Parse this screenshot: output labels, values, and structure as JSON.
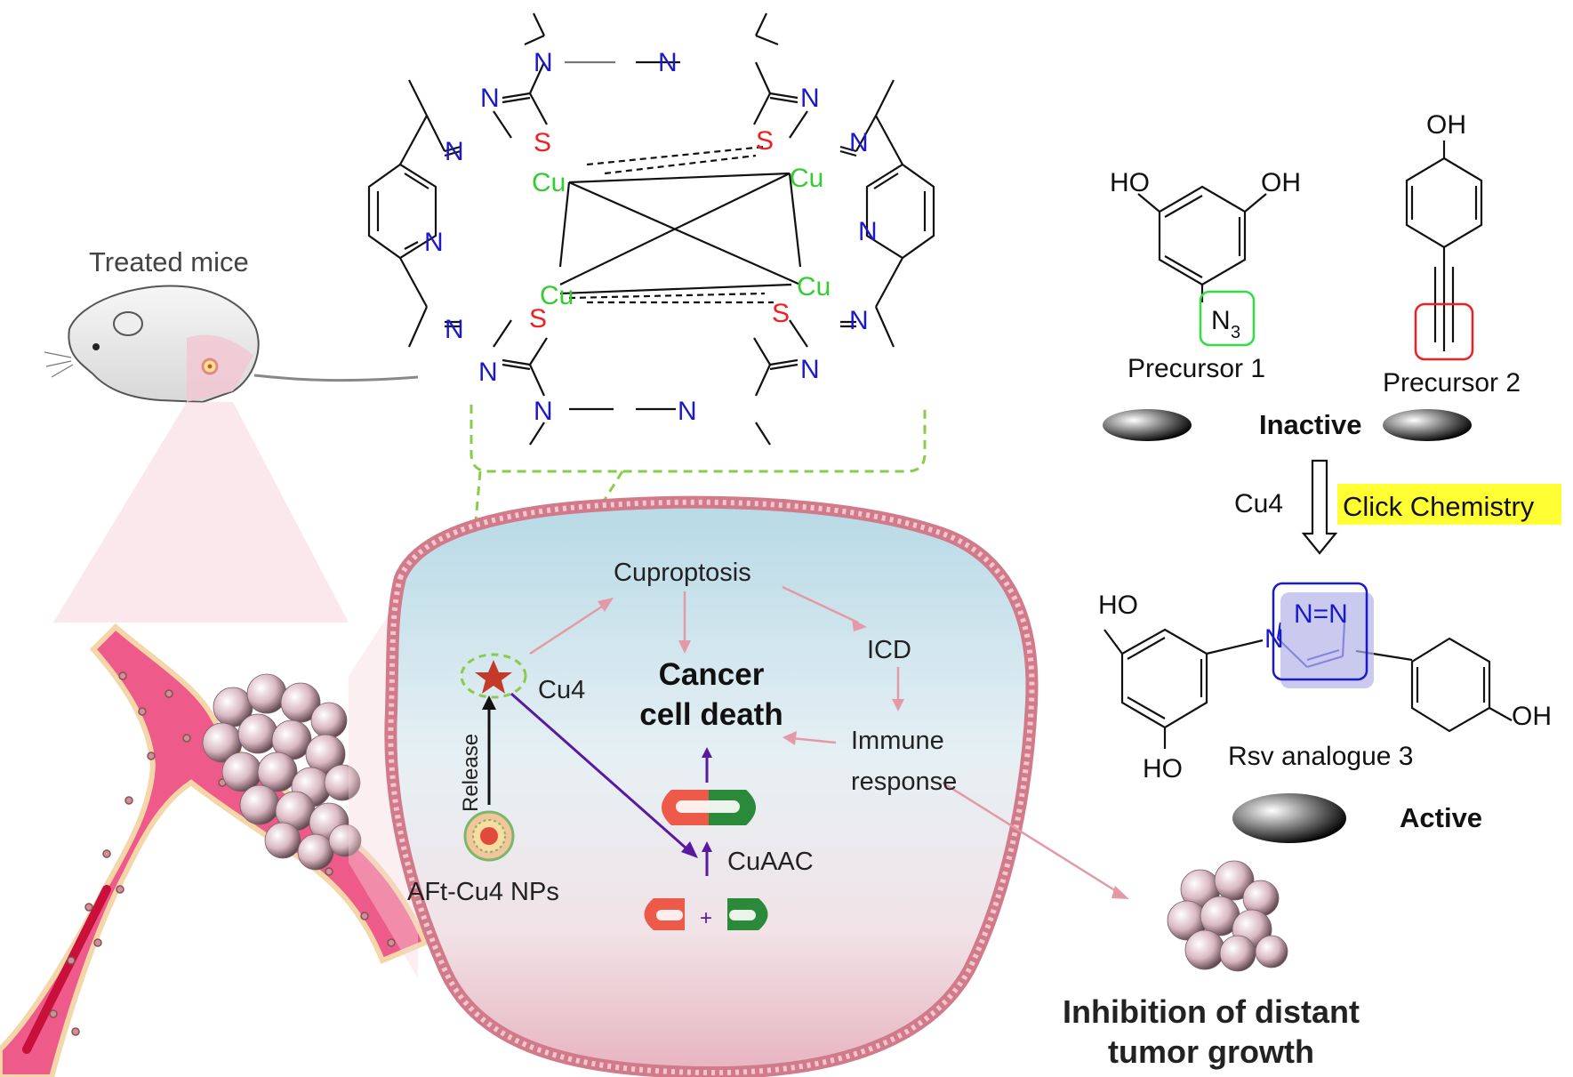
{
  "left": {
    "mice_label": "Treated mice"
  },
  "complex": {
    "atoms": {
      "cu": "Cu",
      "s": "S",
      "n": "N"
    }
  },
  "cell": {
    "cuproptosis": "Cuproptosis",
    "icd": "ICD",
    "cancer_line1": "Cancer",
    "cancer_line2": "cell death",
    "immune_line1": "Immune",
    "immune_line2": "response",
    "cu4": "Cu4",
    "release": "Release",
    "cuaac": "CuAAC",
    "nps": "AFt-Cu4 NPs",
    "plus": "+"
  },
  "distant": {
    "line1": "Inhibition of distant",
    "line2": "tumor growth"
  },
  "chemistry": {
    "precursor1": "Precursor 1",
    "precursor2": "Precursor 2",
    "inactive": "Inactive",
    "cu4": "Cu4",
    "click": "Click Chemistry",
    "analogue": "Rsv analogue 3",
    "active": "Active",
    "ho": "HO",
    "oh": "OH",
    "n3": "N",
    "n3_sub": "3",
    "nnn": "N=N",
    "n1": "N"
  },
  "colors": {
    "cu": "#33cc33",
    "s": "#ee2222",
    "n": "#1a1acc",
    "highlight": "#ffff33",
    "vessel": "#ee5a8a"
  }
}
